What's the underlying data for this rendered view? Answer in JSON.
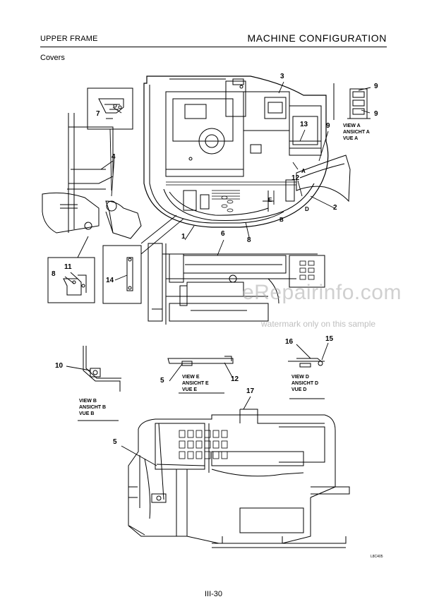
{
  "header": {
    "left": "UPPER FRAME",
    "right": "MACHINE  CONFIGURATION"
  },
  "section_title": "Covers",
  "footer": {
    "page_number": "III-30"
  },
  "drawing_code": "L8C405",
  "watermark": {
    "site": "eRepairinfo.com",
    "note": "watermark only on this sample"
  },
  "callouts": {
    "n1": "1",
    "n2": "2",
    "n3": "3",
    "n4": "4",
    "n5a": "5",
    "n5b": "5",
    "n6": "6",
    "n7": "7",
    "n8a": "8",
    "n8b": "8",
    "n9a": "9",
    "n9b": "9",
    "n9c": "9",
    "n10": "10",
    "n11": "11",
    "n12a": "12",
    "n12b": "12",
    "n13": "13",
    "n14": "14",
    "n15": "15",
    "n16": "16",
    "n17": "17"
  },
  "view_letters": {
    "A": "A",
    "B": "B",
    "D": "D",
    "E": "E"
  },
  "views": {
    "a": [
      "VIEW A",
      "ANSICHT A",
      "VUE A"
    ],
    "b": [
      "VIEW B",
      "ANSICHT B",
      "VUE B"
    ],
    "d": [
      "VIEW D",
      "ANSICHT D",
      "VUE D"
    ],
    "e": [
      "VIEW E",
      "ANSICHT E",
      "VUE E"
    ]
  }
}
